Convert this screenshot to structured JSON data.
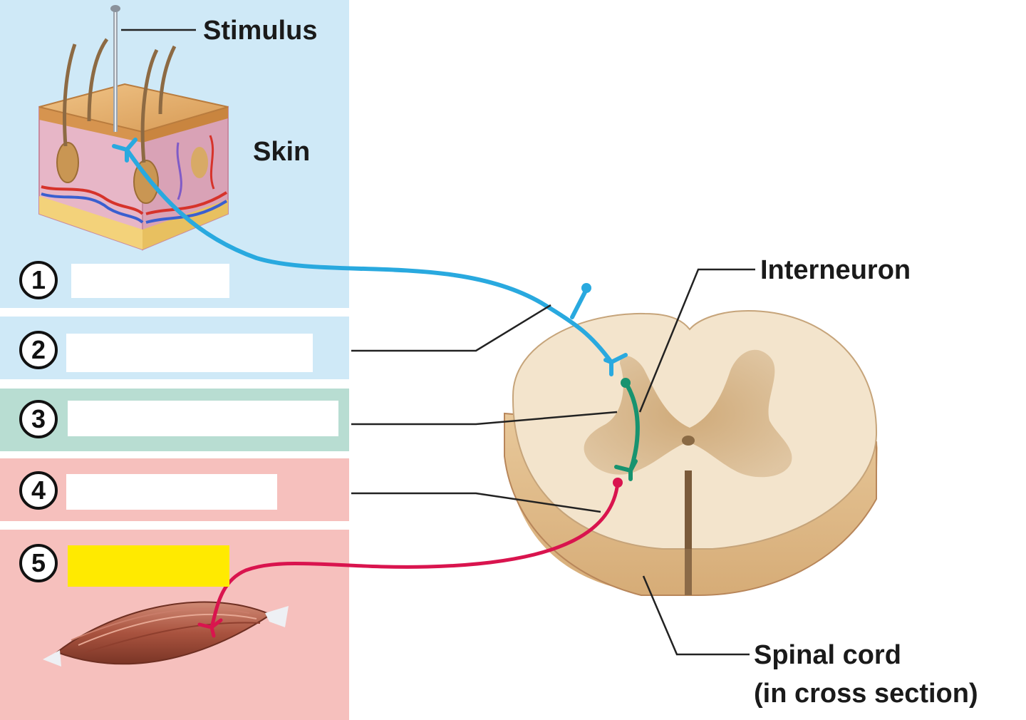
{
  "labels": {
    "stimulus": "Stimulus",
    "skin": "Skin",
    "interneuron": "Interneuron",
    "spinal_cord_line1": "Spinal cord",
    "spinal_cord_line2": "(in cross section)"
  },
  "steps": [
    {
      "number": "1",
      "answer": ""
    },
    {
      "number": "2",
      "answer": ""
    },
    {
      "number": "3",
      "answer": ""
    },
    {
      "number": "4",
      "answer": ""
    },
    {
      "number": "5",
      "answer": ""
    }
  ],
  "colors": {
    "sensory_neuron": "#29a9df",
    "interneuron": "#17936f",
    "motor_neuron": "#d9144e",
    "gray_matter": "#d9b98a",
    "white_matter": "#f3e4cc",
    "highlight_box": "#ffea00"
  }
}
